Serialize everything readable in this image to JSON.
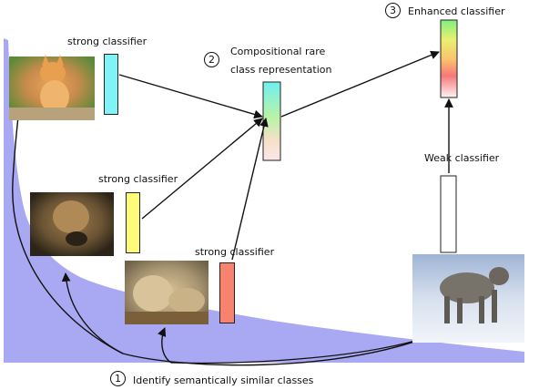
{
  "labels": {
    "strong_top": "strong classifier",
    "strong_mid": "strong classifier",
    "strong_low": "strong classifier",
    "compositional_line1": "Compositional rare",
    "compositional_line2": "class representation",
    "enhanced": "Enhanced classifier",
    "weak": "Weak classifier",
    "identify": "Identify semantically similar classes"
  },
  "steps": {
    "one": "1",
    "two": "2",
    "three": "3"
  },
  "colors": {
    "tail_fill": "#a9a8f2",
    "bar_cyan": "#7ff3f6",
    "bar_yellow": "#fdfd7a",
    "bar_red": "#f7836f",
    "arrow": "#111111"
  },
  "images": {
    "kitten": "kitten photo",
    "lioness": "lioness photo",
    "cheetah": "cheetah cub photo",
    "lynx": "lynx photo"
  }
}
